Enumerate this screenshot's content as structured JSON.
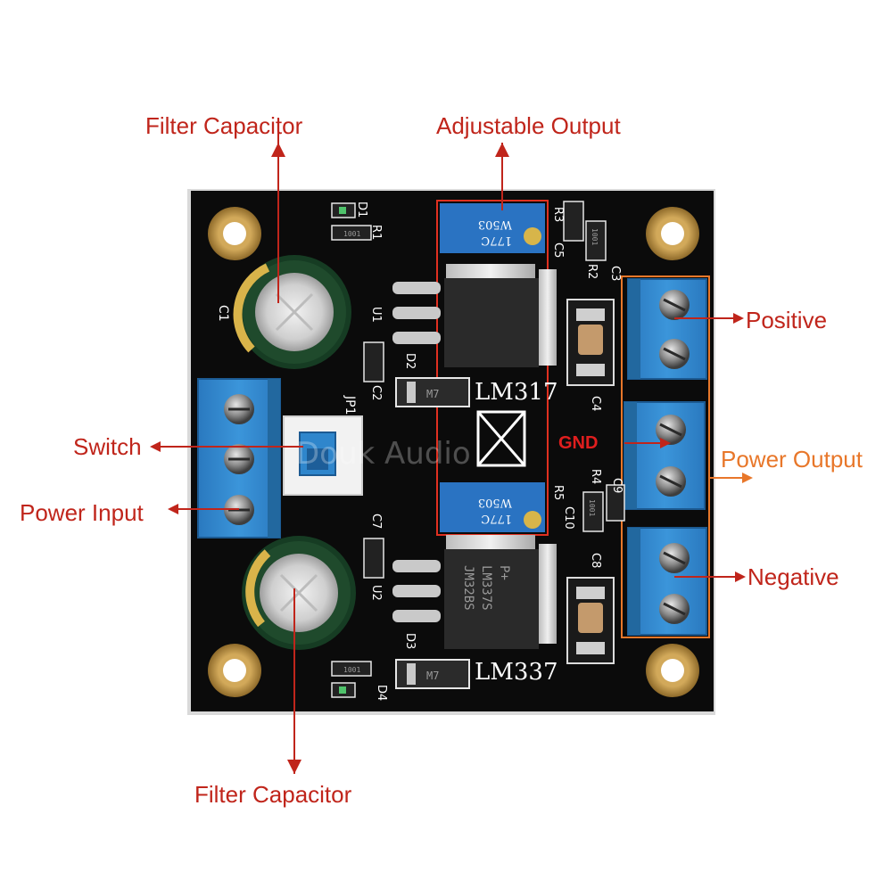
{
  "labels": {
    "filter_capacitor_top": "Filter Capacitor",
    "adjustable_output": "Adjustable Output",
    "positive": "Positive",
    "switch": "Switch",
    "power_input": "Power Input",
    "gnd": "GND",
    "power_output": "Power Output",
    "negative": "Negative",
    "filter_capacitor_bottom": "Filter Capacitor"
  },
  "board": {
    "silk_lm317": "LM317",
    "silk_lm337": "LM337",
    "silk_jp1": "JP1",
    "silk_c1": "C1",
    "silk_c2": "C2",
    "silk_c3": "C3",
    "silk_c4": "C4",
    "silk_c5": "C5",
    "silk_c7": "C7",
    "silk_c8": "C8",
    "silk_c9": "C9",
    "silk_c10": "C10",
    "silk_d1": "D1",
    "silk_d2": "D2",
    "silk_d3": "D3",
    "silk_d4": "D4",
    "silk_r1": "R1",
    "silk_r2": "R2",
    "silk_r3": "R3",
    "silk_r4": "R4",
    "silk_r5": "R5",
    "silk_u1": "U1",
    "silk_u2": "U2",
    "trimmer_top_code": "177C",
    "trimmer_top_value": "W503",
    "trimmer_bottom_code": "177C",
    "trimmer_bottom_value": "W503",
    "diode_marking": "M7",
    "resistor_marking": "1001",
    "regulator_bottom_line1": "JM32BS",
    "regulator_bottom_line2": "LM337S",
    "regulator_bottom_line3": "P+",
    "watermark": "Douk Audio"
  },
  "colors": {
    "label_red": "#c0251b",
    "label_orange": "#e8772a",
    "pcb_black": "#0b0b0b",
    "terminal_blue": "#2f86cc",
    "capacitor_green": "#1f4a2c",
    "pad_gold": "#b58a3a"
  }
}
